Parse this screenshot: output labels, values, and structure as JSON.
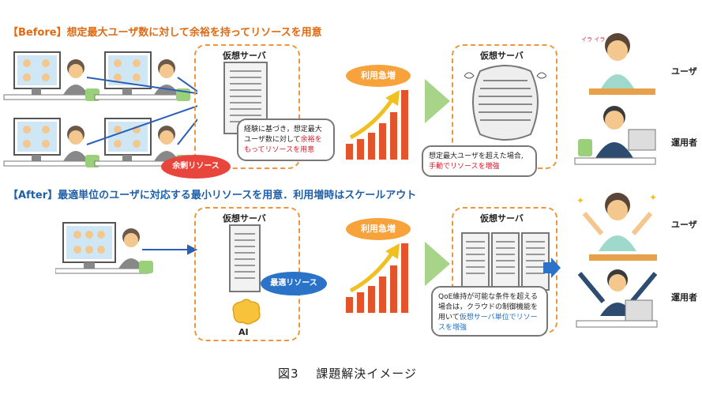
{
  "before": {
    "heading": "【Before】想定最大ユーザ数に対して余裕を持ってリソースを用意",
    "server_label": "仮想サーバ",
    "bubble_text_1": "経験に基づき，想定最大ユーザ数に対して",
    "bubble_text_red": "余裕をもってリソースを用意",
    "surplus_label": "余剰リソース",
    "surge_label": "利用急増",
    "server_label_2": "仮想サーバ",
    "bubble2_text_1": "想定最大ユーザを超えた場合,",
    "bubble2_text_red": "手動でリソースを増強",
    "irra_text": "イラ イラ",
    "role_user": "ユーザ",
    "role_operator": "運用者"
  },
  "after": {
    "heading": "【After】最適単位のユーザに対応する最小リソースを用意．利用増時はスケールアウト",
    "server_label": "仮想サーバ",
    "optimal_label": "最適リソース",
    "ai_label": "AI",
    "surge_label": "利用急増",
    "server_label_2": "仮想サーバ",
    "bubble_text_1": "QoE維持が可能な条件を超える場合は，クラウドの制御機能を用いて",
    "bubble_text_blue": "仮想サーバ単位でリソースを増強",
    "role_user": "ユーザ",
    "role_operator": "運用者"
  },
  "caption": "図3　 課題解決イメージ",
  "colors": {
    "orange": "#e06a12",
    "blue": "#1f5fa8",
    "surge": "#f7a23a",
    "bars": "#e3542b",
    "arrow_green": "#a8d48a",
    "surplus_red": "#e8463c",
    "optimal_blue": "#2a73c8"
  }
}
